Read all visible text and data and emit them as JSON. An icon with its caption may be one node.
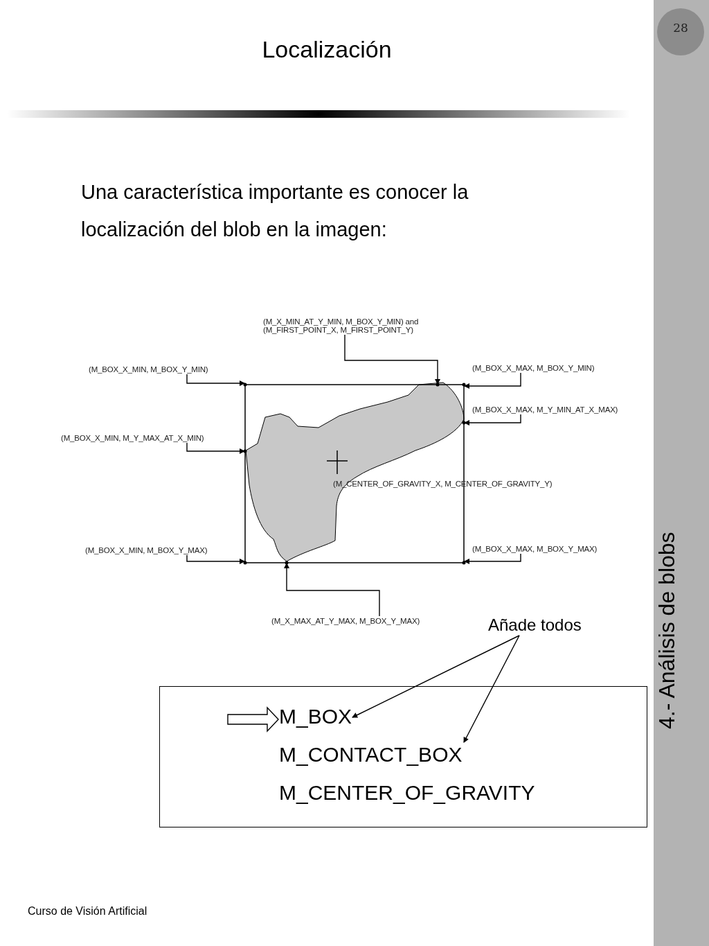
{
  "diagram": {
    "title": "Localización",
    "nodes": [
      {
        "text": [
          "(M_X_MIN_AT_Y_MIN, M_BOX_Y_MIN) and (M_FIRST_POINT_X, M_FIRST_POINT_Y)"
        ]
      },
      {
        "text": [
          "(M_BOX_X_MIN, M_BOX_Y_MIN)"
        ]
      },
      {
        "text": [
          "(M_BOX_X_MAX, M_BOX_Y_MIN)"
        ]
      },
      {
        "text": [
          "(M_BOX_X_MAX, M_Y_MIN_AT_X_MAX)"
        ]
      },
      {
        "text": [
          "(M_BOX_X_MIN, M_Y_MAX_AT_X_MIN)"
        ]
      },
      {
        "text": [
          "(M_BOX_X_MIN, M_BOX_Y_MAX)"
        ]
      },
      {
        "text": [
          "(M_BOX_X_MAX, M_BOX_Y_MAX)"
        ]
      },
      {
        "text": [
          "(M_X_MAX_AT_Y_MAX, M_BOX_Y_MAX)"
        ]
      },
      {
        "text": [
          "Añade todos"
        ]
      },
      {
        "text": [],
        "shape": "box"
      },
      {
        "text": [
          "M_BOX"
        ],
        "in": 9
      },
      {
        "text": [
          "M_CONTACT_BOX"
        ],
        "in": 9
      },
      {
        "text": [
          "M_CENTER_OF_GRAVITY"
        ],
        "in": 9
      },
      {
        "text": [],
        "shape": "picture"
      }
    ],
    "edges": [
      {
        "from": 0,
        "to": 13,
        "arrow": "to"
      },
      {
        "from": 1,
        "to": 13,
        "arrow": "to"
      },
      {
        "from": 2,
        "to": 13,
        "arrow": "to"
      },
      {
        "from": 3,
        "to": 13,
        "arrow": "to"
      },
      {
        "from": 4,
        "to": 13,
        "arrow": "to"
      },
      {
        "from": 5,
        "to": 13,
        "arrow": "to"
      },
      {
        "from": 6,
        "to": 13,
        "arrow": "to"
      },
      {
        "from": 7,
        "to": 13,
        "arrow": "to"
      },
      {
        "from": 8,
        "to": 10,
        "arrow": "to"
      },
      {
        "from": 8,
        "to": 11,
        "arrow": "to"
      },
      {
        "from": null,
        "to": 10,
        "arrow": "to",
        "style": "thick"
      }
    ],
    "labels": [
      "28",
      "Una característica importante es conocer la localización del blob en la imagen:",
      "(M_CENTER_OF_GRAVITY_X, M_CENTER_OF_GRAVITY_Y)",
      "4.- Análisis de blobs",
      "Curso de Visión Artificial"
    ]
  }
}
